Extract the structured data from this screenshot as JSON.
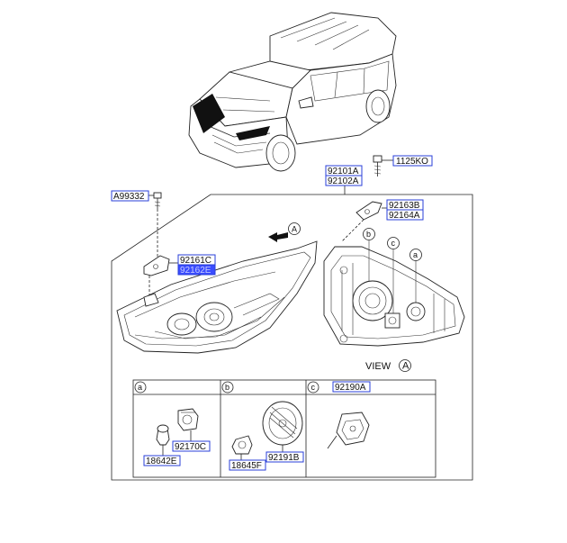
{
  "part_labels": {
    "p1125KO": "1125KO",
    "p92101A": "92101A",
    "p92102A": "92102A",
    "pA99332": "A99332",
    "p92163B": "92163B",
    "p92164A": "92164A",
    "p92161C": "92161C",
    "p92162E": "92162E",
    "p92170C": "92170C",
    "p18642E": "18642E",
    "p18645F": "18645F",
    "p92191B": "92191B",
    "p92190A": "92190A"
  },
  "callouts": {
    "a": "a",
    "b": "b",
    "c": "c",
    "A": "A"
  },
  "view_label": "VIEW",
  "colors": {
    "label_border": "#2a3fd8",
    "label_highlight": "#3a4cff",
    "line": "#222222"
  }
}
